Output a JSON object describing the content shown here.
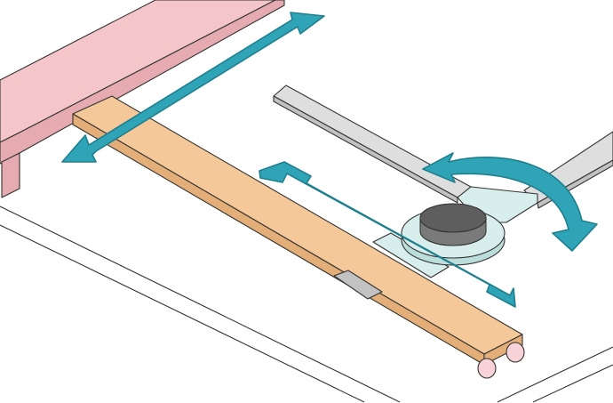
{
  "diagram": {
    "colors": {
      "background": "#ffffff",
      "outline": "#333333",
      "pink_panel": "#f4c6c9",
      "pink_panel_shade": "#e6abb0",
      "orange_beam": "#f4c898",
      "orange_beam_shade": "#e3ae78",
      "grey_arm": "#dedede",
      "grey_arm_shade": "#c2c2c2",
      "clear_plate": "#d8eeec",
      "clear_plate_shade": "#bcdedb",
      "pivot_knob": "#7a7a7a",
      "pivot_knob_top": "#5e5e5e",
      "arrow_teal": "#2fa4b6",
      "arrow_teal_edge": "#1f7f8f",
      "caster": "#f7d3d8"
    },
    "icons": {
      "linear_arrow_long": "double-headed-arrow",
      "linear_arrow_beam": "double-headed-arrow",
      "rotation_arrow": "curved-rotation-arrow"
    }
  }
}
